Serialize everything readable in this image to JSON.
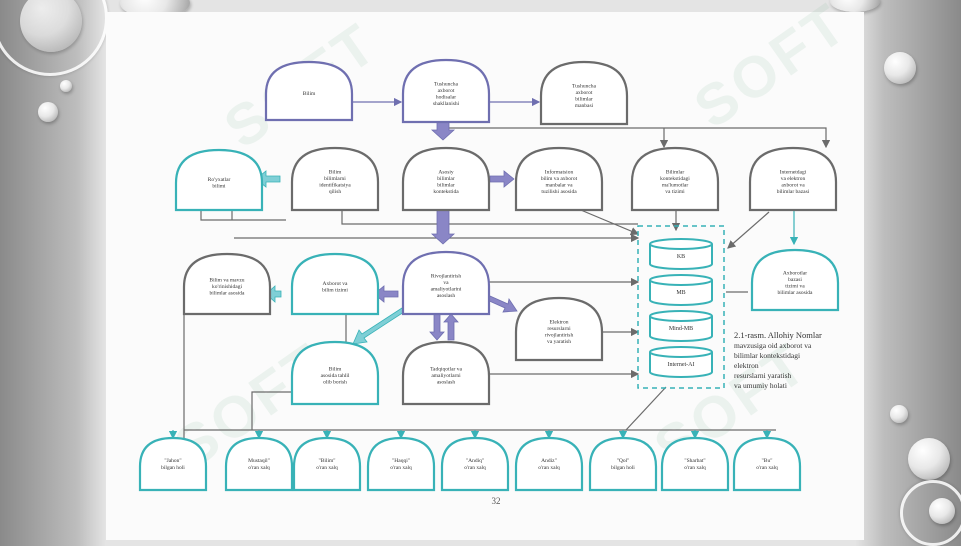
{
  "page_number": "32",
  "watermark": "SOFT",
  "legend": {
    "lines": [
      "2.1-rasm. Allohiy Nomlar",
      "mavzusiga oid axborot va",
      "bilimlar kontekstidagi",
      "elektron",
      "resurslarni yaratish",
      "va umumiy holati"
    ]
  },
  "db": [
    "KB",
    "MB",
    "Mind-MB",
    "Internet-AI"
  ],
  "nodes": {
    "bilim": [
      "Bilim"
    ],
    "tushuncha": [
      "Tushuncha",
      "axborot",
      "hodisalar",
      "shakllanishi"
    ],
    "tushunchaTop3": [
      "Tushuncha",
      "axborot",
      "bilimlar",
      "manbasi"
    ],
    "ruyxat": [
      "Ro'yxatlar",
      "bilimi"
    ],
    "bilimIdentif": [
      "Bilim",
      "bilimlarni",
      "identifikatsiya",
      "qilish"
    ],
    "asosiy": [
      "Asosiy",
      "bilimlar",
      "bilimlar",
      "kontekstida"
    ],
    "informatsion": [
      "Informatsion",
      "bilim va axborot",
      "manbalar va",
      "tuzilishi asosida"
    ],
    "bilimKonteks": [
      "Bilimlar",
      "kontekstidagi",
      "ma'lumotlar",
      "va tizimi"
    ],
    "internetAxb": [
      "Internetdagi",
      "va elektron",
      "axborot va",
      "bilimlar bazasi"
    ],
    "elektron": [
      "Elektron",
      "resurslarni",
      "rivojlantirish",
      "va yaratish"
    ],
    "bilimMavzu": [
      "Bilim va mavzu",
      "ko'rinishidagi",
      "bilimlar asosida"
    ],
    "rivojlantirish": [
      "Rivojlantirish",
      "va",
      "amaliyotlarini",
      "asoslash"
    ],
    "axborotAI": [
      "Axborot va",
      "bilim tizimi"
    ],
    "axborotBazasi": [
      "Axborotlar",
      "bazasi",
      "tizimi va",
      "bilimlar asosida"
    ],
    "bilimlarni": [
      "Bilim",
      "asosida tahlil",
      "olib borish"
    ],
    "tadqiqot": [
      "Tadqiqotlar va",
      "amaliyotlarni",
      "asoslash"
    ]
  },
  "bottom": [
    [
      "\"Jahon\"",
      "bilgan holi"
    ],
    [
      "Mustaqil\"",
      "o'ran xalq"
    ],
    [
      "\"Bilim\"",
      "o'ran xalq"
    ],
    [
      "\"Haqqi\"",
      "o'ran xalq"
    ],
    [
      "\"Andiq\"",
      "o'ran xalq"
    ],
    [
      "Andiz\"",
      "o'ran xalq"
    ],
    [
      "\"Qol\"",
      "bilgan holi"
    ],
    [
      "\"Sharbat\"",
      "o'ran xalq"
    ],
    [
      "\"Bu\"",
      "o'ran xalq"
    ]
  ],
  "colors": {
    "purple": "#6f6fb0",
    "teal": "#38b2b7",
    "gray": "#6b6b6b",
    "arrow_purple": "#8a86c6",
    "arrow_teal": "#7fcfd6"
  }
}
